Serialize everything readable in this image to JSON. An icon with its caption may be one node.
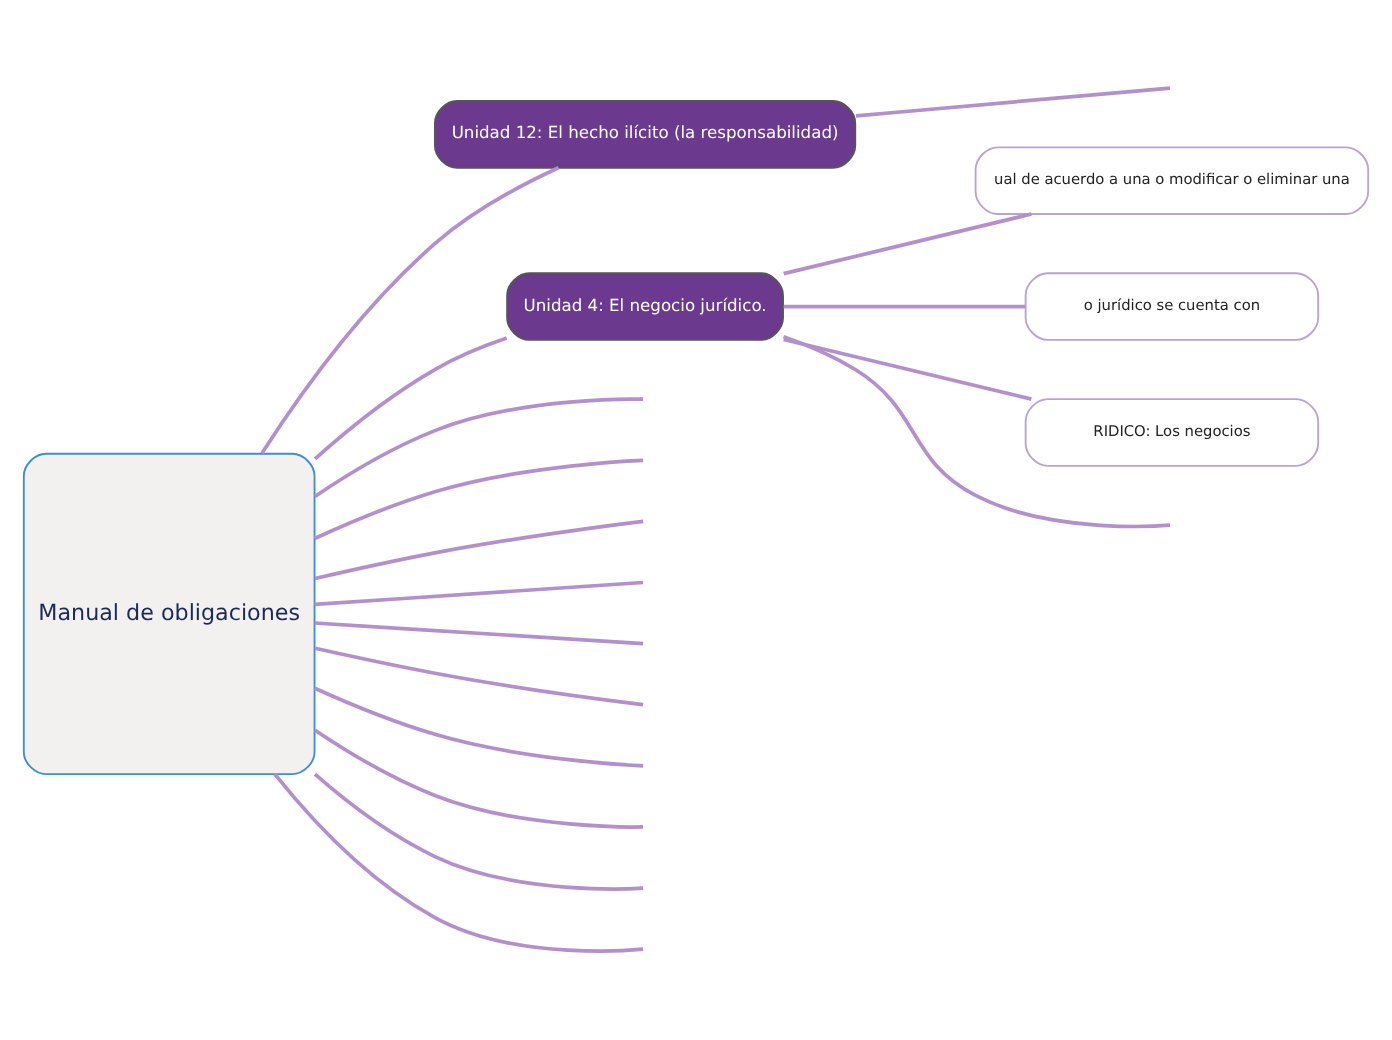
{
  "diagram": {
    "nodes": [
      {
        "text": [
          "Manual de obligaciones"
        ]
      },
      {
        "text": [
          "Unidad 12: El hecho ilícito (la responsabilidad)"
        ]
      },
      {
        "text": [
          "Unidad 4: El negocio jurídico."
        ]
      },
      {
        "text": [
          "ual de acuerdo a una o modificar o eliminar una"
        ]
      },
      {
        "text": [
          "o jurídico se cuenta con"
        ]
      },
      {
        "text": [
          "RIDICO: Los negocios"
        ]
      }
    ],
    "edges": [
      {
        "from": 0,
        "to": null,
        "arrow": "none"
      },
      {
        "from": 0,
        "to": null,
        "arrow": "none"
      },
      {
        "from": 0,
        "to": null,
        "arrow": "none"
      },
      {
        "from": 0,
        "to": null,
        "arrow": "none"
      },
      {
        "from": 0,
        "to": null,
        "arrow": "none"
      },
      {
        "from": 0,
        "to": null,
        "arrow": "none"
      },
      {
        "from": 0,
        "to": null,
        "arrow": "none"
      },
      {
        "from": 0,
        "to": null,
        "arrow": "none"
      },
      {
        "from": 0,
        "to": 1,
        "arrow": "none"
      },
      {
        "from": 1,
        "to": null,
        "arrow": "none"
      },
      {
        "from": 0,
        "to": 2,
        "arrow": "none"
      },
      {
        "from": 0,
        "to": null,
        "arrow": "none"
      },
      {
        "from": 0,
        "to": null,
        "arrow": "none"
      },
      {
        "from": 2,
        "to": 3,
        "arrow": "none"
      },
      {
        "from": 2,
        "to": 4,
        "arrow": "none"
      },
      {
        "from": 2,
        "to": 5,
        "arrow": "none"
      },
      {
        "from": 2,
        "to": null,
        "arrow": "none"
      }
    ]
  }
}
